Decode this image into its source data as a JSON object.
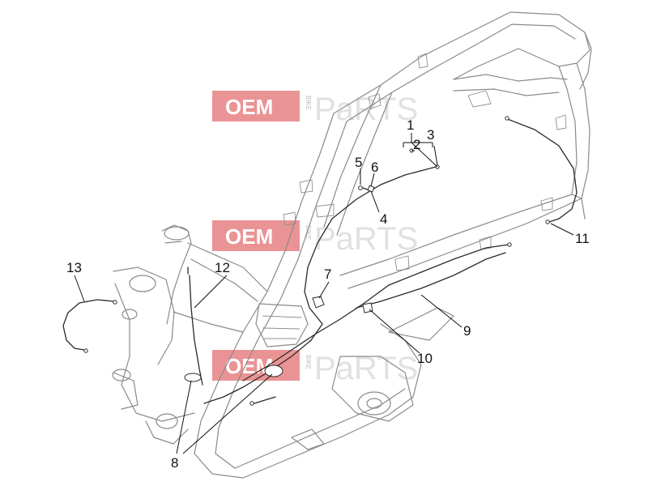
{
  "watermark": {
    "brand": "OEM",
    "small": "BIKE",
    "word": "PaRTS",
    "brand_color": "#e8878a"
  },
  "callouts": [
    "1",
    "2",
    "3",
    "4",
    "5",
    "6",
    "7",
    "8",
    "9",
    "10",
    "11",
    "12",
    "13"
  ]
}
